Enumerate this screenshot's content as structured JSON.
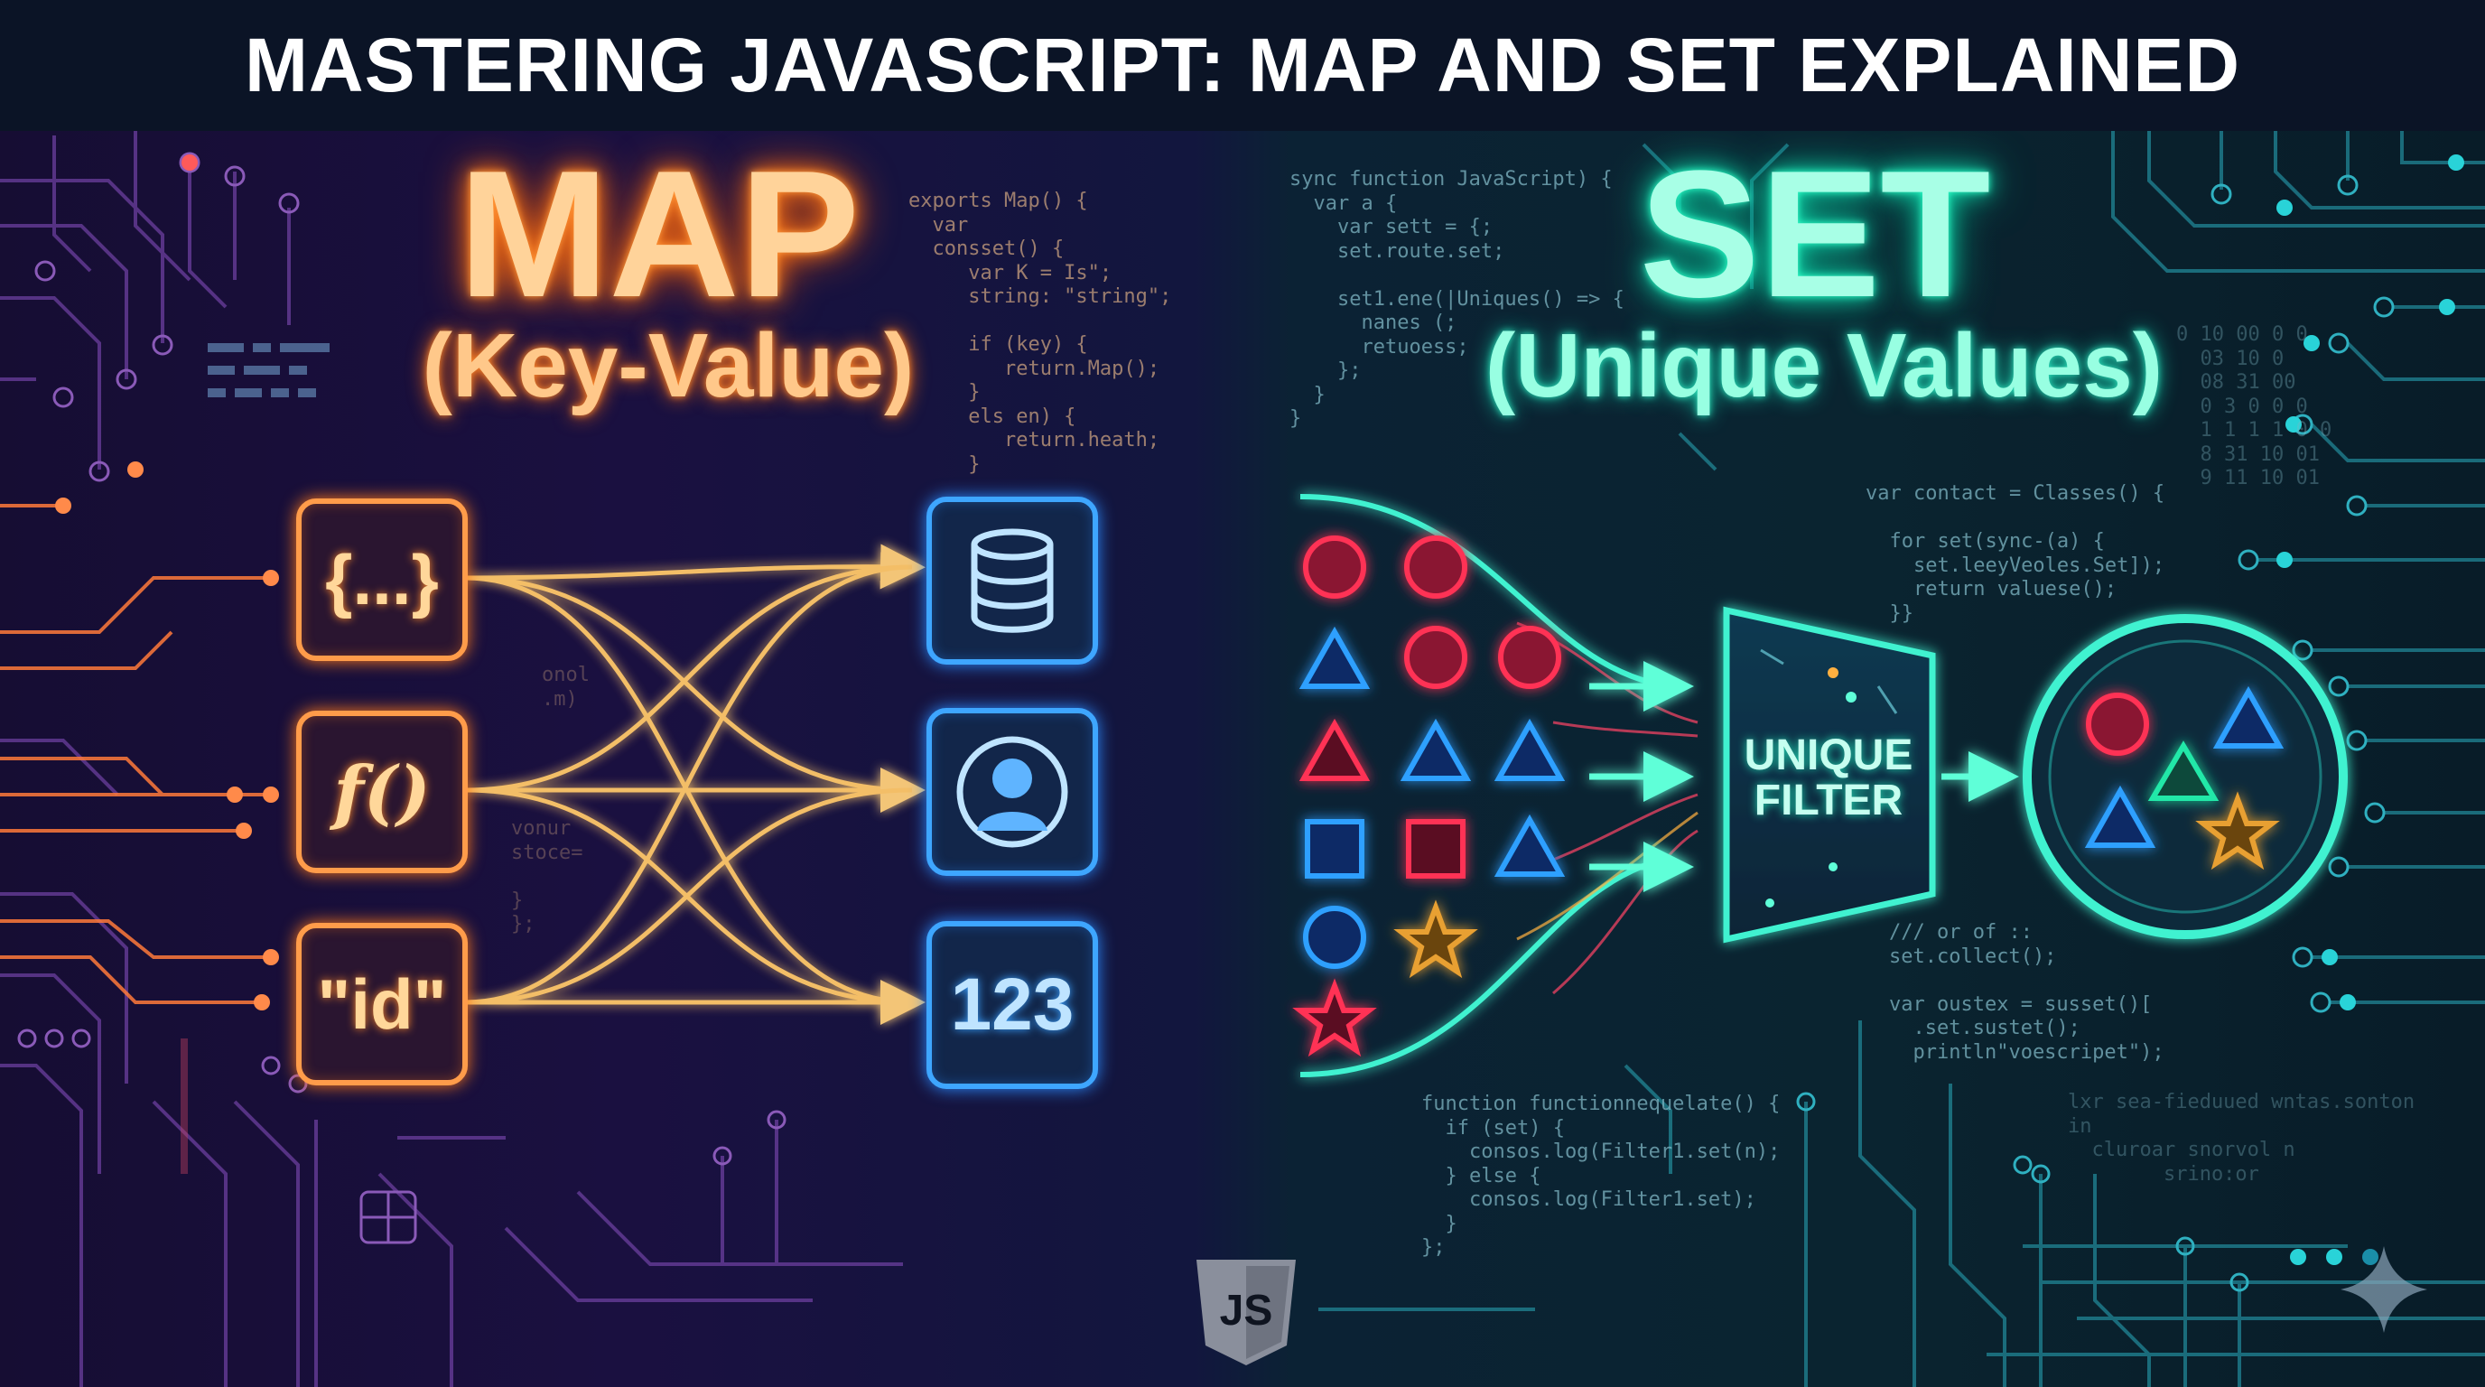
{
  "header": {
    "title": "MASTERING JAVASCRIPT: MAP AND SET EXPLAINED"
  },
  "map": {
    "title": "MAP",
    "subtitle": "(Key-Value)",
    "keys": [
      "{...}",
      "f()",
      "\"id\""
    ],
    "value_icons": [
      "database-icon",
      "user-icon"
    ],
    "number_value": "123",
    "code_main": "exports Map() {\n  var\n  consset() {\n     var K = Is\";\n     string: \"string\";\n\n     if (key) {\n        return.Map();\n     }\n     els en) {\n        return.heath;\n     }",
    "code_side": "vonur\nstoce=\n\n}\n};",
    "code_noise": "onol\n.m)"
  },
  "set": {
    "title": "SET",
    "subtitle": "(Unique Values)",
    "filter_label": "UNIQUE\nFILTER",
    "code_top": "sync function JavaScript) {\n  var a {\n    var sett = {;\n    set.route.set;\n\n    set1.ene(|Uniques() => {\n      nanes (;\n      retuoess;\n    };\n  }\n}",
    "code_mid": "var contact = Classes() {\n\n  for set(sync-(a) {\n    set.leeyVeoles.Set]);\n    return valuese();\n  }}",
    "code_low": "/// or of ::\nset.collect();\n\nvar oustex = susset()[\n  .set.sustet();\n  println\"voescripet\");",
    "code_bottom": "function functionnequelate() {\n  if (set) {\n    consos.log(Filter1.set(n);\n  } else {\n    consos.log(Filter1.set);\n  }\n};",
    "code_binary": "0 10 00 0 0\n  03 10 0\n  08 31 00\n  0 3 0 0 0\n  1 1 1 1 0 0\n  8 31 10 01\n  9 11 10 01",
    "code_noise": "lxr sea-fieduued wntas.sonton\nin\n  cluroar snorvol n\n        srino:or"
  },
  "footer": {
    "logo_text": "JS"
  },
  "colors": {
    "map_accent": "#ff9a3c",
    "value_accent": "#3ea6ff",
    "set_accent": "#22e0b8",
    "red_shape": "#ff3355",
    "blue_shape": "#2ea0ff",
    "green_shape": "#22e8a8",
    "gold_star": "#e8a030"
  }
}
